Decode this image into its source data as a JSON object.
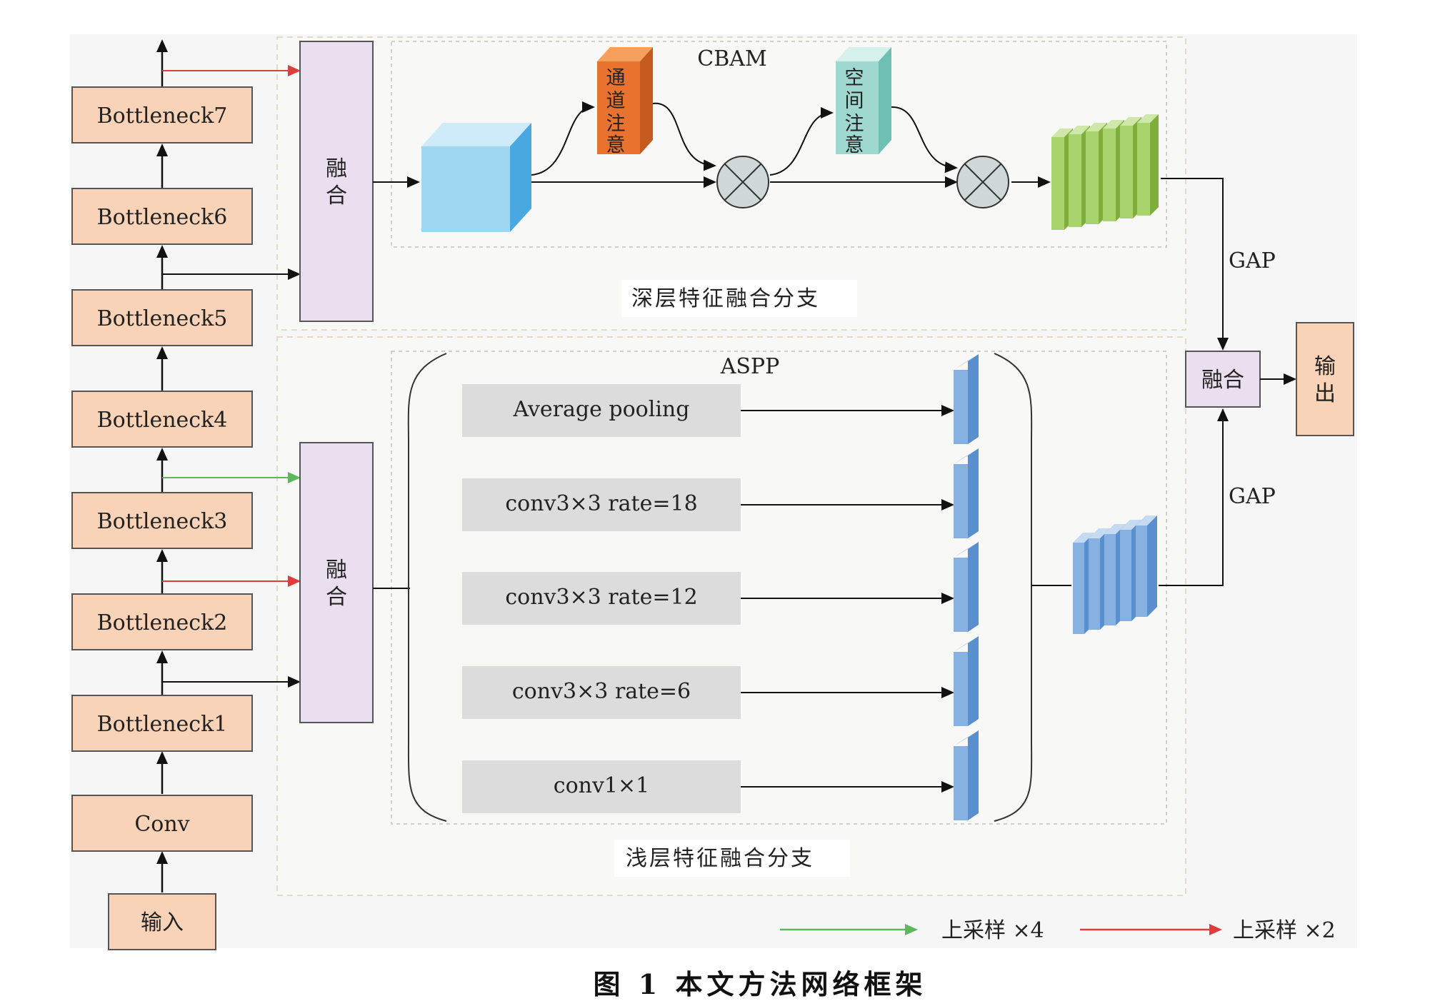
{
  "backbone": {
    "input": "输入",
    "conv": "Conv",
    "bottlenecks": [
      "Bottleneck1",
      "Bottleneck2",
      "Bottleneck3",
      "Bottleneck4",
      "Bottleneck5",
      "Bottleneck6",
      "Bottleneck7"
    ]
  },
  "deep_branch": {
    "fusion_label": [
      "融",
      "合"
    ],
    "cbam_title": "CBAM",
    "channel_attention": [
      "通",
      "道",
      "注",
      "意"
    ],
    "spatial_attention": [
      "空",
      "间",
      "注",
      "意"
    ],
    "caption": "深层特征融合分支",
    "gap": "GAP"
  },
  "shallow_branch": {
    "fusion_label": [
      "融",
      "合"
    ],
    "aspp_title": "ASPP",
    "aspp_ops": [
      "Average pooling",
      "conv3×3 rate=18",
      "conv3×3 rate=12",
      "conv3×3 rate=6",
      "conv1×1"
    ],
    "caption": "浅层特征融合分支",
    "gap": "GAP"
  },
  "output_stage": {
    "fusion": "融合",
    "output": [
      "输",
      "出"
    ]
  },
  "legend": {
    "green_label": "上采样 ×4",
    "red_label": "上采样 ×2"
  },
  "figure_caption": "图 1   本文方法网络框架",
  "colors": {
    "node_fill": "#f9d3b7",
    "fusion_fill": "#eadfee",
    "cube_blue": "#9fd6f2",
    "channel_att": "#e8722e",
    "spatial_att": "#9fd8cf",
    "green_feature": "#a9d36d",
    "blue_feature": "#86b1e0",
    "aspp_box": "#dcdcdc",
    "green_arrow": "#5cb85c",
    "red_arrow": "#e03c3c",
    "panel_bg": "#f6f6f6"
  }
}
